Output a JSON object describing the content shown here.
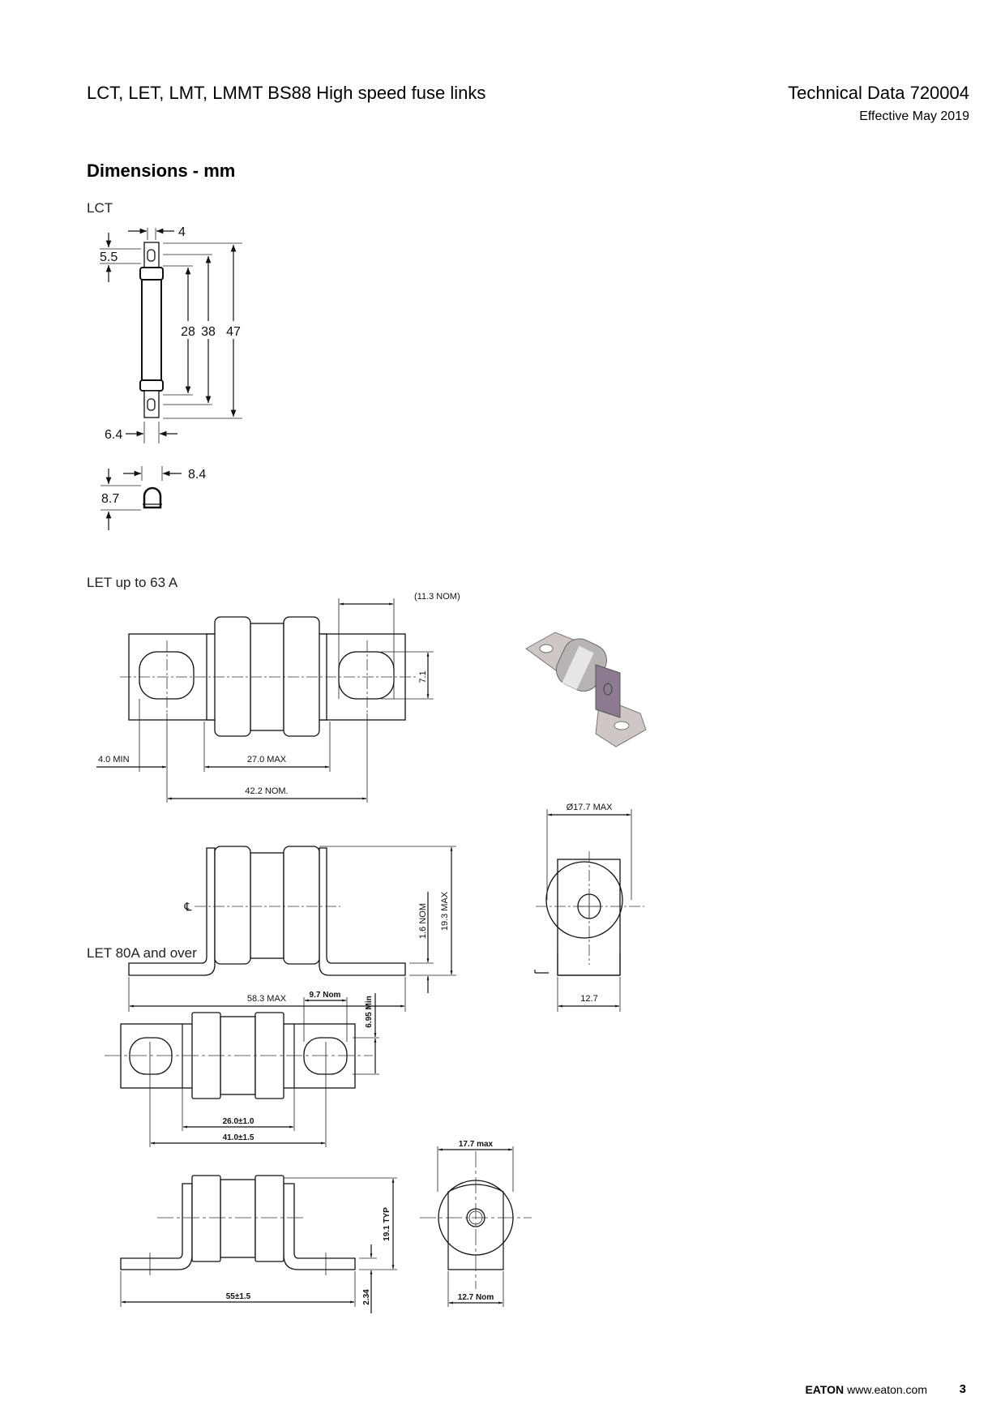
{
  "header": {
    "title": "LCT, LET, LMT, LMMT BS88  High speed fuse links",
    "tech_label": "Technical Data",
    "tech_number": "720004",
    "effective": "Effective May 2019"
  },
  "section_title": "Dimensions - mm",
  "lct": {
    "label": "LCT",
    "dims": {
      "tab_width": "4",
      "tab_hole": "5.5",
      "inner": "28",
      "hole_centres": "38",
      "overall": "47",
      "body_dia": "6.4",
      "end_width": "8.4",
      "end_height": "8.7"
    }
  },
  "let63": {
    "label": "LET up to 63 A",
    "dims": {
      "tab_length": "(11.3 NOM)",
      "slot": "7.1",
      "min_edge": "4.0 MIN",
      "body_length": "27.0 MAX",
      "hole_centres": "42.2 NOM.",
      "thickness": "1.6 NOM",
      "height": "19.3 MAX",
      "overall": "58.3 MAX",
      "diameter": "Ø17.7 MAX",
      "tab_width": "12.7",
      "centreline": "℄"
    }
  },
  "let80": {
    "label": "LET 80A and over",
    "dims": {
      "tab_length": "9.7  Nom",
      "slot": "6.95  Min",
      "body_length": "26.0±1.0",
      "hole_centres": "41.0±1.5",
      "height": "19.1  TYP",
      "thickness": "2.34",
      "overall": "55±1.5",
      "diameter": "17.7  max",
      "tab_width": "12.7  Nom"
    }
  },
  "footer": {
    "brand": "EATON",
    "url": "www.eaton.com",
    "page": "3"
  }
}
